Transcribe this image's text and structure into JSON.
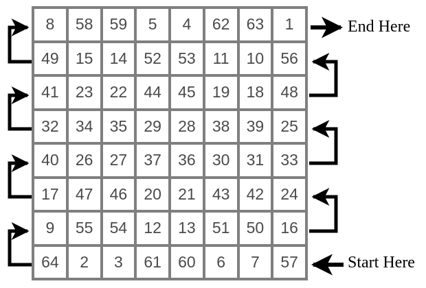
{
  "figure": {
    "type": "snake-grid",
    "rows": 8,
    "cols": 8,
    "cell_count": 64,
    "grid_line_color": "#7f7f7f",
    "cell_fill_color": "#ffffff",
    "number_color": "#4a4a4a",
    "arrow_color": "#000000",
    "label_color": "#000000"
  },
  "labels": {
    "end": "End Here",
    "start": "Start Here"
  },
  "grid": {
    "rows": [
      {
        "index": 1,
        "cells": [
          "8",
          "58",
          "59",
          "5",
          "4",
          "62",
          "63",
          "1"
        ]
      },
      {
        "index": 2,
        "cells": [
          "49",
          "15",
          "14",
          "52",
          "53",
          "11",
          "10",
          "56"
        ]
      },
      {
        "index": 3,
        "cells": [
          "41",
          "23",
          "22",
          "44",
          "45",
          "19",
          "18",
          "48"
        ]
      },
      {
        "index": 4,
        "cells": [
          "32",
          "34",
          "35",
          "29",
          "28",
          "38",
          "39",
          "25"
        ]
      },
      {
        "index": 5,
        "cells": [
          "40",
          "26",
          "27",
          "37",
          "36",
          "30",
          "31",
          "33"
        ]
      },
      {
        "index": 6,
        "cells": [
          "17",
          "47",
          "46",
          "20",
          "21",
          "43",
          "42",
          "24"
        ]
      },
      {
        "index": 7,
        "cells": [
          "9",
          "55",
          "54",
          "12",
          "13",
          "51",
          "50",
          "16"
        ]
      },
      {
        "index": 8,
        "cells": [
          "64",
          "2",
          "3",
          "61",
          "60",
          "6",
          "7",
          "57"
        ]
      }
    ]
  },
  "connectors": {
    "left": [
      {
        "name": "left-connector-rows-1-2",
        "from_row": 2,
        "to_row": 1
      },
      {
        "name": "left-connector-rows-3-4",
        "from_row": 4,
        "to_row": 3
      },
      {
        "name": "left-connector-rows-5-6",
        "from_row": 6,
        "to_row": 5
      },
      {
        "name": "left-connector-rows-7-8",
        "from_row": 8,
        "to_row": 7
      }
    ],
    "right": [
      {
        "name": "right-connector-rows-2-3",
        "from_row": 3,
        "to_row": 2
      },
      {
        "name": "right-connector-rows-4-5",
        "from_row": 5,
        "to_row": 4
      },
      {
        "name": "right-connector-rows-6-7",
        "from_row": 7,
        "to_row": 6
      }
    ],
    "end_arrow": {
      "name": "end-arrow",
      "row": 1,
      "direction": "right"
    },
    "start_arrow": {
      "name": "start-arrow",
      "row": 8,
      "direction": "left"
    }
  }
}
